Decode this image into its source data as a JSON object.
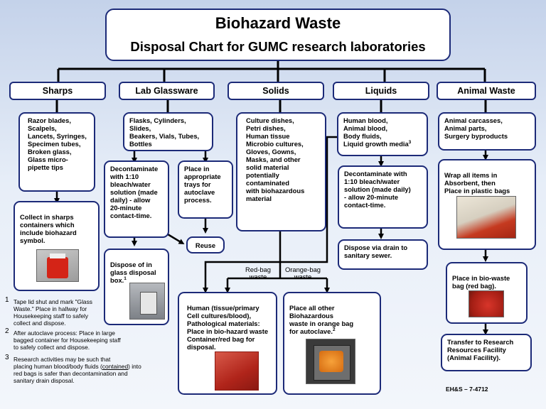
{
  "title": "Biohazard Waste",
  "subtitle": "Disposal Chart for GUMC research laboratories",
  "categories": [
    "Sharps",
    "Lab Glassware",
    "Solids",
    "Liquids",
    "Animal  Waste"
  ],
  "sharps": {
    "items": "Razor blades,\nScalpels,\nLancets, Syringes,\nSpecimen tubes,\nBroken glass,\nGlass micro-\npipette tips",
    "collect": "Collect in sharps\ncontainers which\ninclude biohazard\nsymbol."
  },
  "glassware": {
    "items": "Flasks, Cylinders, Slides,\nBeakers, Vials, Tubes,\nBottles",
    "decon": "Decontaminate\nwith 1:10\nbleach/water\nsolution (made\ndaily) - allow\n20-minute\ncontact-time.",
    "trays": "Place in\nappropriate\ntrays for\nautoclave\nprocess.",
    "reuse": "Reuse",
    "dispose": "Dispose of in\nglass disposal\nbox.",
    "dispose_sup": "1"
  },
  "solids": {
    "items": "Culture dishes,\nPetri dishes,\nHuman tissue\nMicrobio cultures,\nGloves, Gowns,\nMasks, and other\nsolid material\npotentially\ncontaminated\nwith biohazardous\nmaterial",
    "red_label": "Red-bag\nwaste",
    "orange_label": "Orange-bag\nwaste",
    "red": "Human (tissue/primary\nCell cultures/blood),\nPathological materials:\nPlace in bio-hazard waste\nContainer/red bag for\ndisposal.",
    "orange": "Place all other\nBiohazardous\nwaste in orange bag\nfor autoclave.",
    "orange_sup": "2"
  },
  "liquids": {
    "items": "Human blood,\nAnimal blood,\nBody fluids,\nLiquid growth media",
    "items_sup": "3",
    "decon": "Decontaminate with\n1:10 bleach/water\nsolution (made daily)\n- allow 20-minute\ncontact-time.",
    "dispose": "Dispose via drain to\nsanitary sewer."
  },
  "animal": {
    "items": "Animal carcasses,\nAnimal parts,\nSurgery byproducts",
    "wrap": "Wrap all items in\nAbsorbent, then\nPlace in plastic bags",
    "bag": "Place in bio-waste\nbag  (red bag).",
    "transfer": "Transfer to Research\nResources Facility\n(Animal Facility)."
  },
  "notes": [
    {
      "num": "1",
      "text": "Tape lid shut and mark \"Glass\nWaste.\" Place in hallway for\nHousekeeping staff to safely\ncollect and dispose."
    },
    {
      "num": "2",
      "text": "After autoclave process: Place in large\nbagged container for Housekeeping staff\nto safely collect and dispose."
    },
    {
      "num": "3",
      "text_a": "Research activities may be such that\nplacing human blood/body fluids (",
      "text_u": "contained",
      "text_b": ") into\nred bags is safer than decontamination and\nsanitary drain disposal."
    }
  ],
  "footer": "EH&S – 7-4712",
  "colors": {
    "border": "#1c2a78",
    "line": "#000000",
    "bg_top": "#c4d2ea",
    "bg_bottom": "#f3f6fb"
  }
}
